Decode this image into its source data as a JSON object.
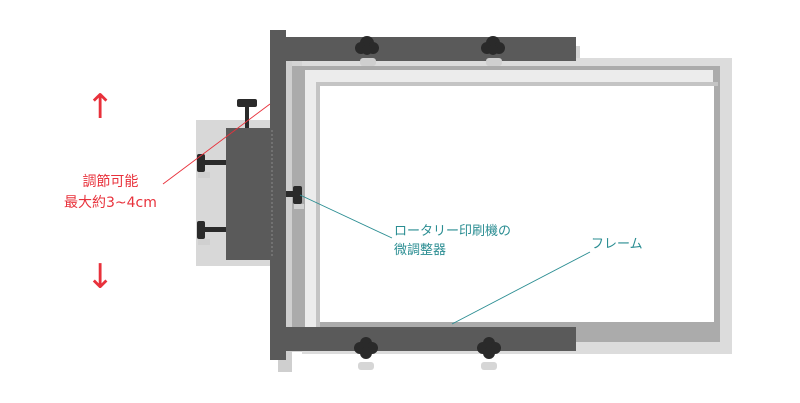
{
  "labels": {
    "adjust_line1": "調節可能",
    "adjust_line2": "最大約3~4cm",
    "adjuster_line1": "ロータリー印刷機の",
    "adjuster_line2": "微調整器",
    "frame": "フレーム"
  },
  "icons": {
    "up": "↑",
    "down": "↓"
  },
  "colors": {
    "accent_red": "#e8313b",
    "callout_teal": "#2a8d92",
    "dark_gray": "#5a5a5a",
    "mid_gray": "#a9a9a9",
    "light_gray": "#d6d6d6"
  }
}
